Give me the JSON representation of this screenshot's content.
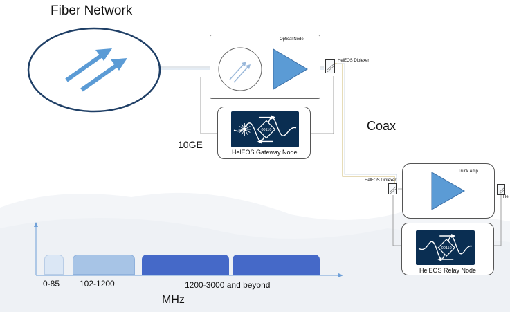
{
  "diagram": {
    "fiber_network_label": "Fiber Network",
    "coax_label": "Coax",
    "ten_ge_label": "10GE",
    "optical_node": {
      "title": "Optical Node"
    },
    "diplexer_top_label": "HelEOS Diplexer",
    "gateway_node": {
      "label": "HelEOS Gateway Node",
      "code": "00110"
    },
    "trunk_amp": {
      "title": "Trunk Amp"
    },
    "diplexer_mid_label": "HelEOS Diplexer",
    "diplexer_right_label": "Hel",
    "relay_node": {
      "label": "HelEOS Relay Node",
      "code": "00110"
    }
  },
  "spectrum": {
    "bands": [
      {
        "label": "0-85",
        "color": "#dbe7f5"
      },
      {
        "label": "102-1200",
        "color": "#a7c4e6"
      },
      {
        "label": "1200-3000 and beyond",
        "color": "#4569c8"
      }
    ],
    "unit_label": "MHz",
    "axis_color": "#6fa0d8"
  },
  "colors": {
    "fiber_arrow": "#5b9bd5",
    "amplifier": "#5b9bd5",
    "module_bg": "#0a2e52"
  }
}
